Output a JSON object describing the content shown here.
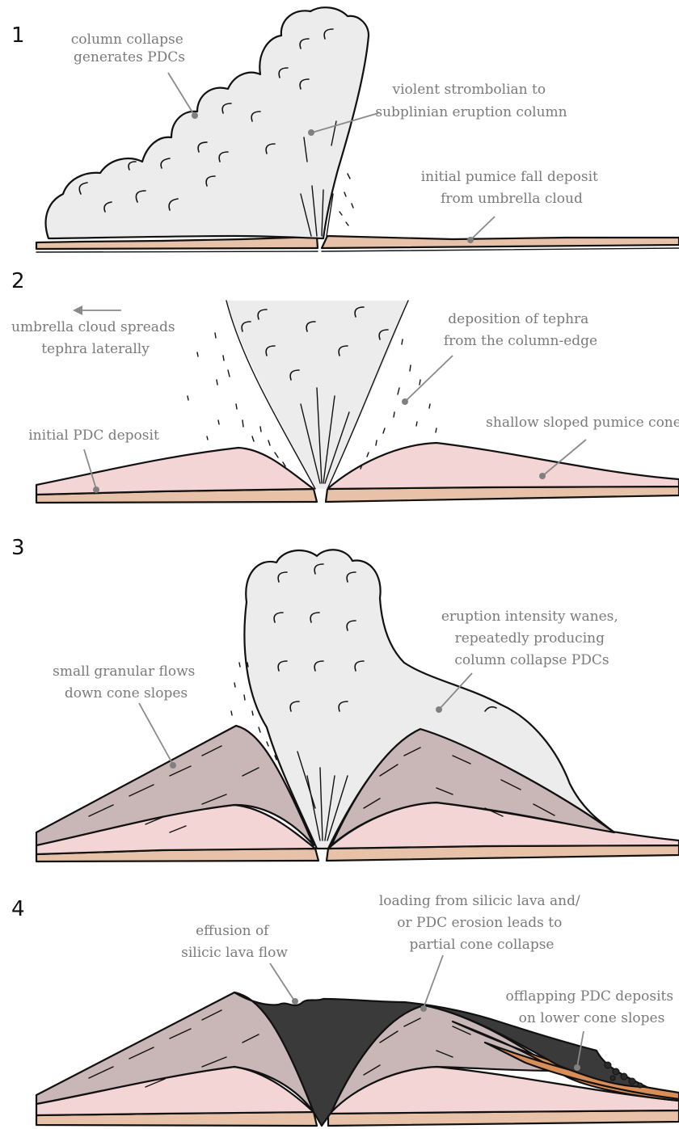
{
  "colors": {
    "ground": "#e8c2a8",
    "ash_column": "#ececec",
    "pumice_cone": "#f3d5d5",
    "granular_cone": "#c9b6b7",
    "pdc_initial": "#f0883a",
    "pdc_offlap": "#d98d57",
    "lava": "#3a3a3a"
  },
  "panels": [
    {
      "number": "1",
      "labels": [
        {
          "lines": [
            "column collapse",
            "generates PDCs"
          ]
        },
        {
          "lines": [
            "violent strombolian to",
            "subplinian eruption column"
          ]
        },
        {
          "lines": [
            "initial pumice fall deposit",
            "from umbrella cloud"
          ]
        }
      ]
    },
    {
      "number": "2",
      "labels": [
        {
          "lines": [
            "umbrella cloud spreads",
            "tephra laterally"
          ]
        },
        {
          "lines": [
            "deposition of tephra",
            "from the column-edge"
          ]
        },
        {
          "lines": [
            "initial PDC deposit"
          ]
        },
        {
          "lines": [
            "shallow sloped pumice cone"
          ]
        }
      ]
    },
    {
      "number": "3",
      "labels": [
        {
          "lines": [
            "eruption intensity wanes,",
            "repeatedly producing",
            "column collapse PDCs"
          ]
        },
        {
          "lines": [
            "small granular flows",
            "down cone slopes"
          ]
        }
      ]
    },
    {
      "number": "4",
      "labels": [
        {
          "lines": [
            "effusion of",
            "silicic lava flow"
          ]
        },
        {
          "lines": [
            "loading from silicic lava and/",
            "or PDC erosion leads to",
            "partial cone collapse"
          ]
        },
        {
          "lines": [
            "offlapping PDC deposits",
            "on lower cone slopes"
          ]
        }
      ]
    }
  ]
}
